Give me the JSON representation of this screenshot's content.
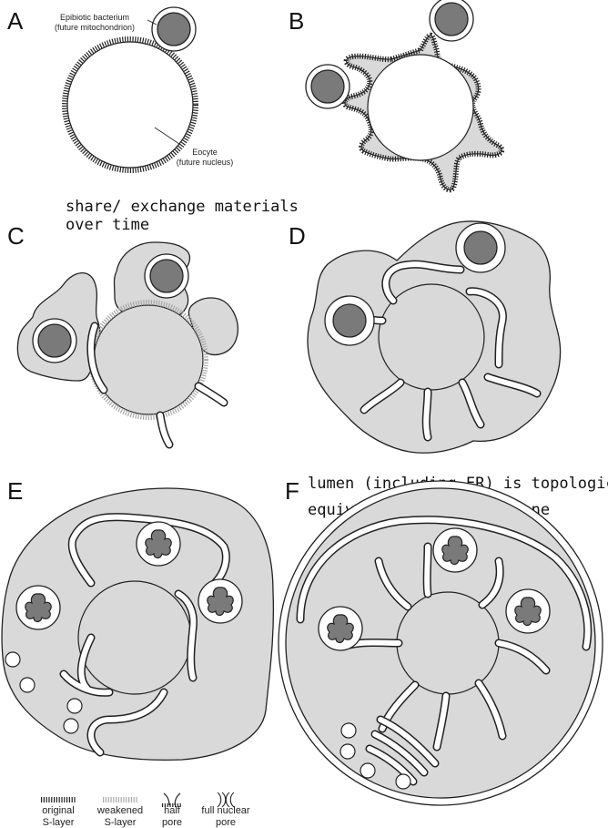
{
  "panels": {
    "a": {
      "letter": "A",
      "bacterium_label_1": "Epibiotic bacterium",
      "bacterium_label_2": "(future mitochondrion)",
      "eocyte_label_1": "Eocyte",
      "eocyte_label_2": "(future nucleus)"
    },
    "b": {
      "letter": "B"
    },
    "c": {
      "letter": "C"
    },
    "d": {
      "letter": "D"
    },
    "e": {
      "letter": "E"
    },
    "f": {
      "letter": "F"
    }
  },
  "annotations": {
    "c_line_1": "share/ exchange materials",
    "c_line_2": "over time",
    "f_line_1": "lumen (including ER) is topologically",
    "f_line_2": "equivalent to endomembrane"
  },
  "legend": [
    {
      "line1": "original",
      "line2": "S-layer",
      "icon": "original-s-layer-icon"
    },
    {
      "line1": "weakened",
      "line2": "S-layer",
      "icon": "weakened-s-layer-icon"
    },
    {
      "line1": "half",
      "line2": "pore",
      "icon": "half-pore-icon"
    },
    {
      "line1": "full nuclear",
      "line2": "pore",
      "icon": "full-nuclear-pore-icon"
    }
  ]
}
